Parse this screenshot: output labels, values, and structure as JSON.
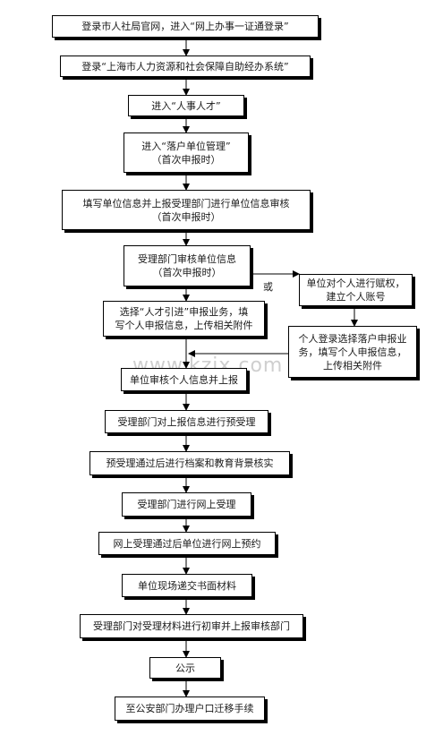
{
  "steps": [
    "登录市人社局官网，进入“网上办事一证通登录”",
    "登录“上海市人力资源和社会保障自助经办系统”",
    "进入“人事人才”",
    "进入“落户单位管理”\n（首次申报时）",
    "填写单位信息并上报受理部门进行单位信息审核\n（首次申报时）",
    "受理部门审核单位信息\n（首次申报时）",
    "选择“人才引进”申报业务，填\n写个人申报信息，上传相关附件",
    "单位审核个人信息并上报",
    "受理部门对上报信息进行预受理",
    "预受理通过后进行档案和教育背景核实",
    "受理部门进行网上受理",
    "网上受理通过后单位进行网上预约",
    "单位现场递交书面材料",
    "受理部门对受理材料进行初审并上报审核部门",
    "公示",
    "至公安部门办理户口迁移手续"
  ],
  "side_steps": [
    "单位对个人进行赋权，\n建立个人账号",
    "个人登录选择落户申报业\n务，填写个人申报信息，\n上传相关附件"
  ],
  "or_label": "或",
  "watermark": "www.kzix.com"
}
